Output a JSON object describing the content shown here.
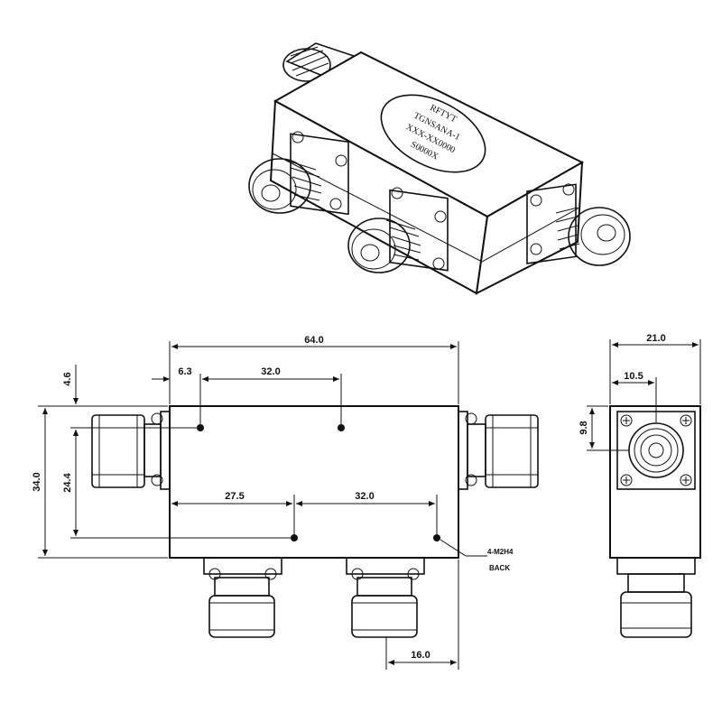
{
  "product_label": {
    "brand": "RFTYT",
    "part_number": "TGNSANA-1",
    "line2": "XXX-XX0000",
    "line3": "S0000X"
  },
  "dimensions": {
    "overall_length": "64.0",
    "hole_offset": "6.3",
    "hole_pitch_top": "32.0",
    "hole_offset_bottom": "27.5",
    "hole_pitch_bottom": "32.0",
    "height_total": "34.0",
    "height_a": "24.4",
    "height_b": "4.6",
    "port_spacing": "16.0",
    "width": "21.0",
    "port_center_x": "10.5",
    "port_center_y": "9.8"
  },
  "hole_note": {
    "line1": "4-M2H4",
    "line2": "BACK"
  }
}
